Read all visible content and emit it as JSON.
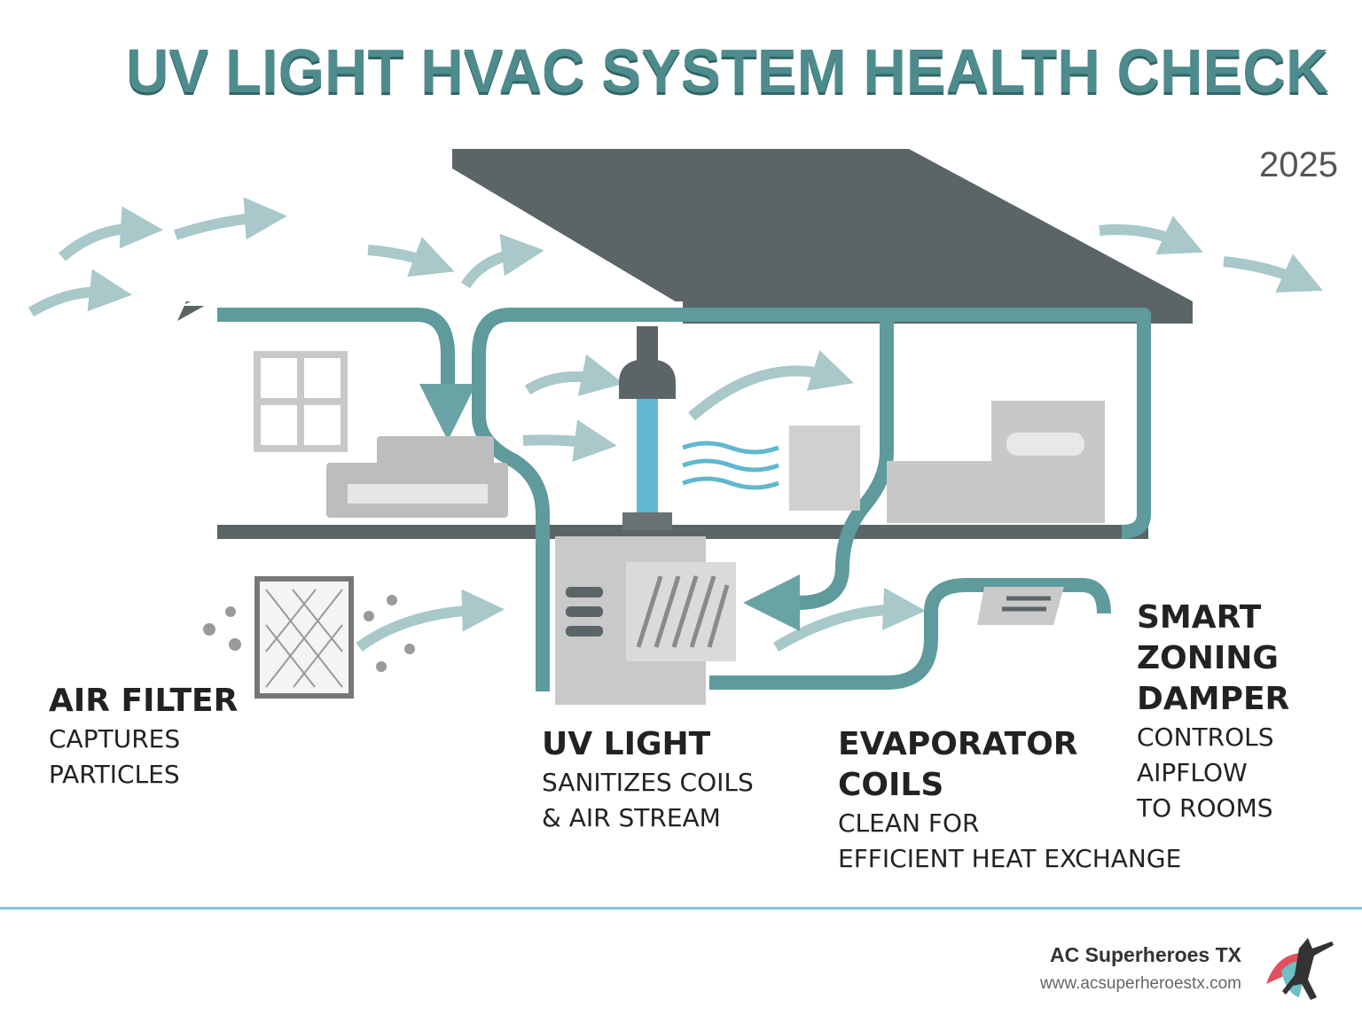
{
  "title": "UV LIGHT HVAC SYSTEM HEALTH CHECK",
  "year": "2025",
  "colors": {
    "title": "#4d8b8d",
    "duct": "#5f9a9c",
    "roof": "#5b6567",
    "arrows": "#a8c8ca",
    "uv": "#5fb8d0",
    "rule": "#7ec8d8"
  },
  "labels": {
    "air_filter": {
      "heading": [
        "AIR FILTER"
      ],
      "text": [
        "CAPTURES",
        "PARTICLES"
      ]
    },
    "uv_light": {
      "heading": [
        "UV LIGHT"
      ],
      "text": [
        "SANITIZES COILS",
        "& AIR STREAM"
      ]
    },
    "evaporator": {
      "heading": [
        "EVAPORATOR",
        "COILS"
      ],
      "text": [
        "CLEAN FOR",
        "EFFICIENT HEAT EXCHANGE"
      ]
    },
    "damper": {
      "heading": [
        "SMART",
        "ZONING",
        "DAMPER"
      ],
      "text": [
        "CONTROLS",
        "AIPFLOW",
        "TO ROOMS"
      ]
    }
  },
  "footer": {
    "brand": "AC Superheroes TX",
    "url": "www.acsuperheroestx.com",
    "logo_icon": "superhero-logo-icon"
  }
}
